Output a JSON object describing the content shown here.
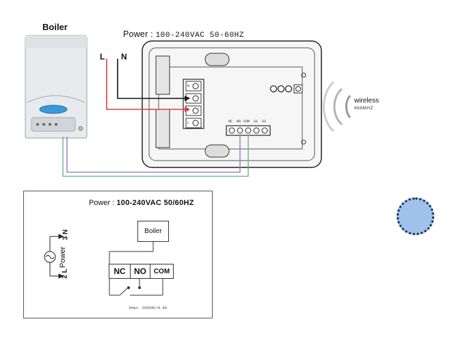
{
  "top_diagram": {
    "boiler_label": "Boiler",
    "power_prefix": "Power :",
    "power_value": "100-240VAC  50-60HZ",
    "line_label": "L",
    "neutral_label": "N",
    "wireless_label": "wireless",
    "frequency_label": "868MHZ",
    "terminal_labels": [
      "NC",
      "NO",
      "COM",
      "S1",
      "S2"
    ],
    "left_terminal_marks": [
      "N",
      "N",
      "L",
      "L"
    ]
  },
  "schematic": {
    "power_prefix": "Power :",
    "power_value": "100-240VAC 50/60HZ",
    "boiler_label": "Boiler",
    "relay_nc": "NC",
    "relay_no": "NO",
    "relay_com": "COM",
    "imax_label": "Imax: 250VAC/0.5A",
    "side_power_label": "Power",
    "pin3_label": "3 N",
    "pin2_label": "2 L"
  },
  "colors": {
    "line_wire": "#e23b3b",
    "neutral_wire": "#111111",
    "signal_wire_blue": "#7777cc",
    "signal_wire_green": "#5fae7e",
    "accent_circle": "#9fc2ea"
  }
}
